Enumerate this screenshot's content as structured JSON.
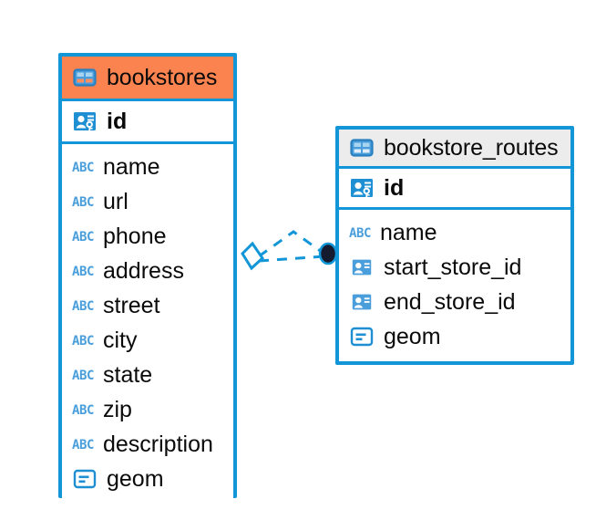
{
  "diagram": {
    "type": "entity-relationship-diagram",
    "background": "#ffffff",
    "accent_color": "#1296d7",
    "header_accent_color": "#fb8350",
    "header_neutral_color": "#ececec",
    "entities": [
      {
        "name": "bookstores",
        "header_icon": "table-icon",
        "header_style": "accent",
        "primary_key": {
          "label": "id",
          "icon": "primary-key-icon"
        },
        "fields": [
          {
            "label": "name",
            "icon": "text-abc-icon"
          },
          {
            "label": "url",
            "icon": "text-abc-icon"
          },
          {
            "label": "phone",
            "icon": "text-abc-icon"
          },
          {
            "label": "address",
            "icon": "text-abc-icon"
          },
          {
            "label": "street",
            "icon": "text-abc-icon"
          },
          {
            "label": "city",
            "icon": "text-abc-icon"
          },
          {
            "label": "state",
            "icon": "text-abc-icon"
          },
          {
            "label": "zip",
            "icon": "text-abc-icon"
          },
          {
            "label": "description",
            "icon": "text-abc-icon"
          },
          {
            "label": "geom",
            "icon": "geometry-icon"
          }
        ]
      },
      {
        "name": "bookstore_routes",
        "header_icon": "table-icon",
        "header_style": "neutral",
        "primary_key": {
          "label": "id",
          "icon": "primary-key-icon"
        },
        "fields": [
          {
            "label": "name",
            "icon": "text-abc-icon"
          },
          {
            "label": "start_store_id",
            "icon": "foreign-key-icon"
          },
          {
            "label": "end_store_id",
            "icon": "foreign-key-icon"
          },
          {
            "label": "geom",
            "icon": "geometry-icon"
          }
        ]
      }
    ],
    "relationship": {
      "style": "dashed",
      "color": "#1296d7",
      "source_marker": "diamond-icon",
      "target_marker": "filled-circle-icon",
      "target_marker_color": "#141b2e"
    }
  }
}
